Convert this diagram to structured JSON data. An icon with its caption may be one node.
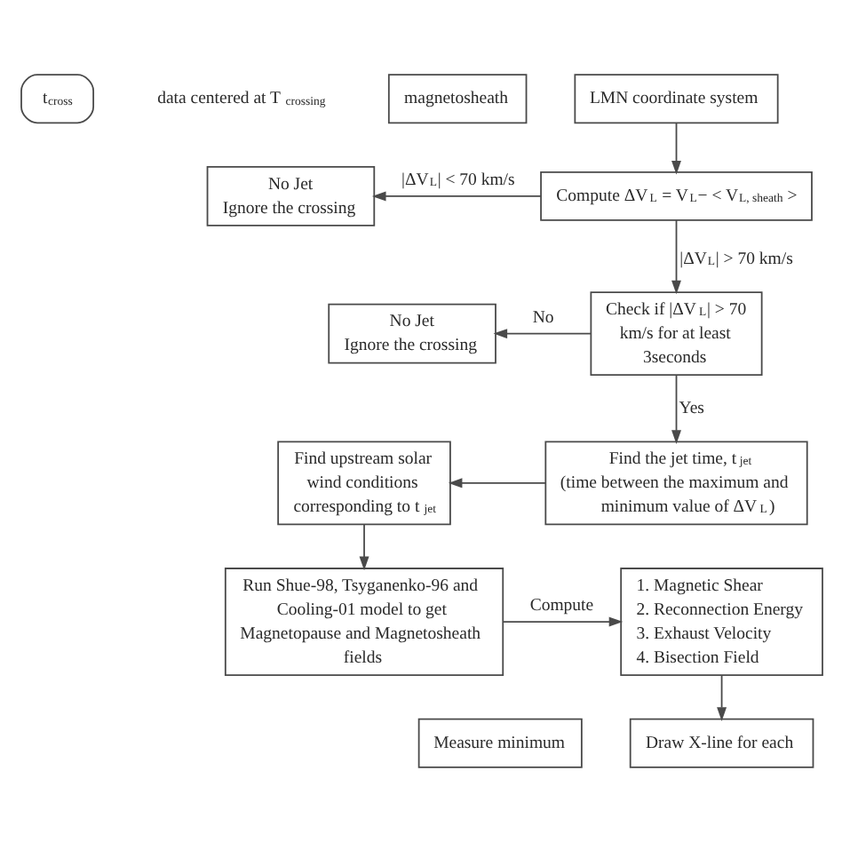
{
  "diagram": {
    "nodes": [
      {
        "text": [
          "t$_{cross}$"
        ]
      },
      {
        "text": [
          "magnetosheath"
        ]
      },
      {
        "text": [
          "LMN coordinate system"
        ]
      },
      {
        "text": [
          "No Jet",
          "Ignore the crossing"
        ]
      },
      {
        "text": [
          "Compute ΔV$_{L}$ = V$_{L}$− < V$_{L, sheath}$ >"
        ]
      },
      {
        "text": [
          "No Jet",
          "Ignore the crossing"
        ]
      },
      {
        "text": [
          "Check if |ΔV$_{L}$| > 70 km/s for at least 3seconds"
        ]
      },
      {
        "text": [
          "Find upstream solar wind conditions corresponding to t$_{jet}$"
        ]
      },
      {
        "text": [
          "Find the jet time, t$_{jet}$",
          "(time between the maximum and minimum value of ΔV$_{L}$)"
        ]
      },
      {
        "text": [
          "Run Shue-98, Tsyganenko-96 and Cooling-01 model to get Magnetopause and Magnetosheath fields"
        ]
      },
      {
        "text": [
          "1. Magnetic Shear",
          "2. Reconnection Energy",
          "3. Exhaust Velocity",
          "4. Bisection Field"
        ]
      },
      {
        "text": [
          "Measure minimum"
        ]
      },
      {
        "text": [
          "Draw X-line for each"
        ]
      }
    ],
    "edges": [
      {
        "from": 2,
        "to": 4,
        "arrow": "to"
      },
      {
        "from": 4,
        "to": 3,
        "arrow": "to",
        "label": "|ΔV$_{L}$| < 70 km/s"
      },
      {
        "from": 4,
        "to": 6,
        "arrow": "to",
        "label": "|ΔV$_{L}$| > 70 km/s"
      },
      {
        "from": 6,
        "to": 5,
        "arrow": "to",
        "label": "No"
      },
      {
        "from": 6,
        "to": 8,
        "arrow": "to",
        "label": "Yes"
      },
      {
        "from": 8,
        "to": 7,
        "arrow": "to"
      },
      {
        "from": 7,
        "to": 9,
        "arrow": "to"
      },
      {
        "from": 9,
        "to": 10,
        "arrow": "to",
        "label": "Compute"
      },
      {
        "from": 10,
        "to": 12,
        "arrow": "to"
      }
    ],
    "labels": [
      "data centered at T$_{crossing}$"
    ]
  }
}
